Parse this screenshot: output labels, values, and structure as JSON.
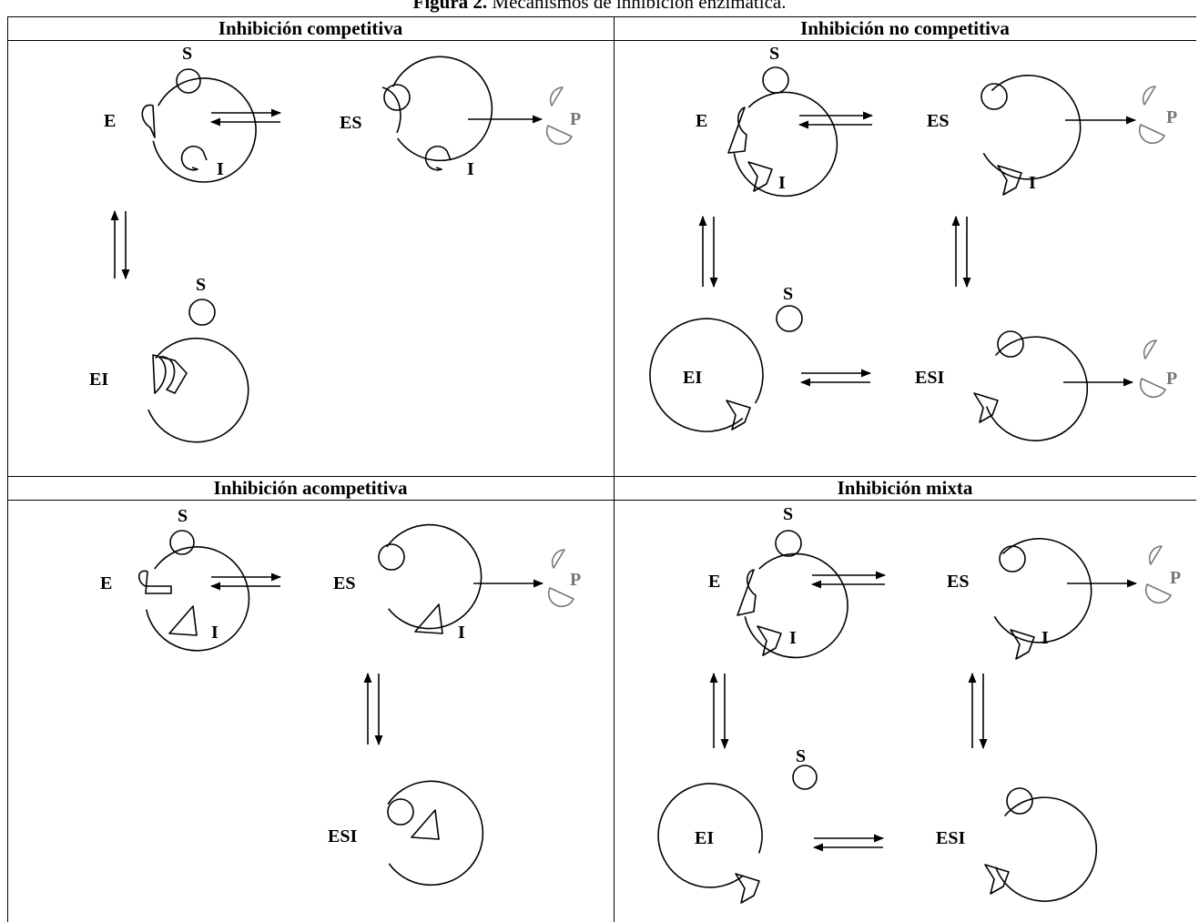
{
  "caption": {
    "bold": "Figura 2.",
    "text": " Mecanismos de inhibición enzimática."
  },
  "panels": [
    {
      "title": "Inhibición competitiva"
    },
    {
      "title": "Inhibición no competitiva"
    },
    {
      "title": "Inhibición acompetitiva"
    },
    {
      "title": "Inhibición mixta"
    }
  ],
  "labels": {
    "enzyme": "E",
    "substrate": "S",
    "inhibitor": "I",
    "product": "P",
    "es": "ES",
    "ei": "EI",
    "esi": "ESI"
  }
}
